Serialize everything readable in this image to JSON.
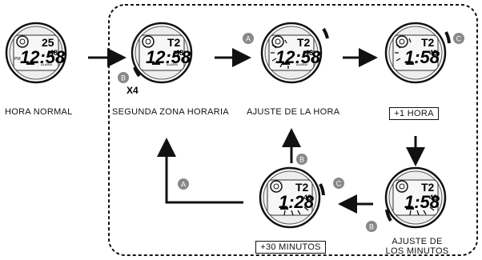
{
  "steps": {
    "normal": "HORA NORMAL",
    "second_zone": "SEGUNDA ZONA HORARIA",
    "set_hour": "AJUSTE DE LA HORA",
    "plus_hour": "+1 HORA",
    "set_minutes": "AJUSTE DE LOS MINUTOS",
    "plus_minutes": "+30 MINUTOS"
  },
  "buttons": {
    "a": "A",
    "b": "B",
    "c": "C",
    "b_repeat": "X4"
  },
  "displays": [
    {
      "top": "25",
      "main": "12:58",
      "sec": "48",
      "pm": "PM",
      "sub": "ALARM"
    },
    {
      "top": "T2",
      "main": "12:58",
      "sec": "48",
      "sub": "ALARM"
    },
    {
      "top": "T2",
      "main": "12:58",
      "sec": "48",
      "sub": "ALARM"
    },
    {
      "top": "T2",
      "main": "1:58",
      "sec": "48",
      "sub": "ALARM"
    },
    {
      "top": "T2",
      "main": "1:58",
      "sec": "48",
      "sub": "ALARM"
    },
    {
      "top": "T2",
      "main": "1:28",
      "sec": "48",
      "sub": "ALARM"
    }
  ]
}
